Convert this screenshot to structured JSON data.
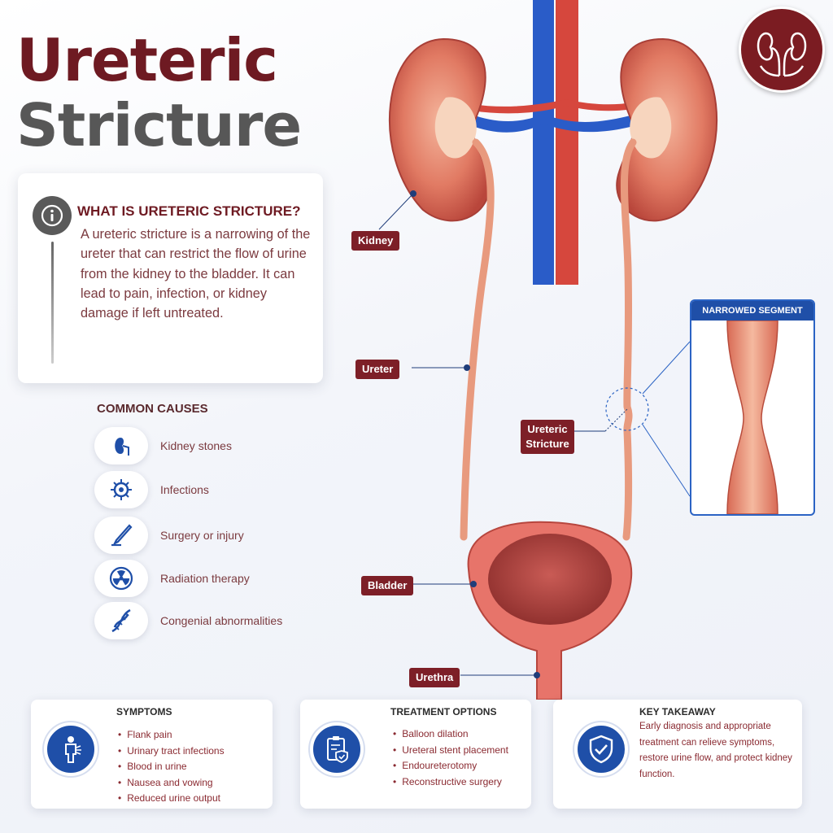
{
  "title": {
    "line1": "Ureteric",
    "line2": "Stricture"
  },
  "logo": {
    "icon": "kidney-hands-logo-icon",
    "color": "#7b1c22"
  },
  "intro": {
    "heading": "WHAT IS URETERIC STRICTURE?",
    "body": "A ureteric stricture is a narrowing of the ureter that can restrict the flow of urine from the kidney to the bladder. It can lead to pain, infection, or kidney damage if left untreated.",
    "icon": "info-icon"
  },
  "causes": {
    "title": "COMMON CAUSES",
    "items": [
      {
        "label": "Kidney stones",
        "icon": "kidney-icon"
      },
      {
        "label": "Infections",
        "icon": "virus-icon"
      },
      {
        "label": "Surgery or injury",
        "icon": "scalpel-icon"
      },
      {
        "label": "Radiation therapy",
        "icon": "radiation-icon"
      },
      {
        "label": "Congenial abnormalities",
        "icon": "dna-icon"
      }
    ]
  },
  "diagram": {
    "labels": {
      "kidney": "Kidney",
      "ureter": "Ureter",
      "stricture_line1": "Ureteric",
      "stricture_line2": "Stricture",
      "bladder": "Bladder",
      "urethra": "Urethra"
    },
    "zoom_title": "NARROWED SEGMENT"
  },
  "symptoms": {
    "title": "SYMPTOMS",
    "icon": "person-pain-icon",
    "items": [
      "Flank pain",
      "Urinary tract infections",
      "Blood in urine",
      "Nausea and vowing",
      "Reduced urine output"
    ]
  },
  "treatment": {
    "title": "TREATMENT OPTIONS",
    "icon": "clipboard-shield-icon",
    "items": [
      "Balloon dilation",
      "Ureteral stent placement",
      "Endoureterotomy",
      "Reconstructive surgery"
    ]
  },
  "takeaway": {
    "title": "KEY TAKEAWAY",
    "icon": "shield-check-icon",
    "text": "Early diagnosis and appropriate treatment can relieve symptoms, restore urine flow, and protect kidney function."
  },
  "colors": {
    "maroon": "#7d1f27",
    "blue": "#1f4fa8",
    "tissue": "#e8735f"
  }
}
